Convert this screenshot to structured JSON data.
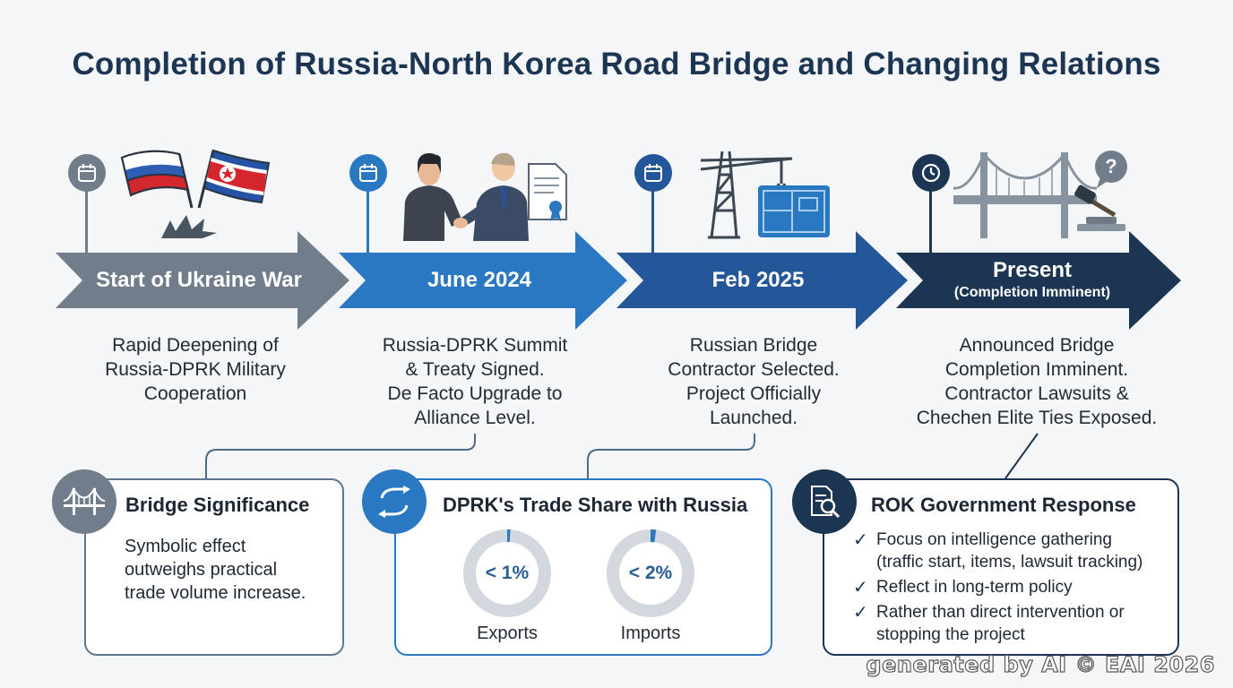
{
  "title": "Completion of Russia-North Korea Road Bridge and Changing Relations",
  "stages": [
    {
      "label": "Start of Ukraine War",
      "sublabel": "",
      "color": "#717d8b",
      "icon": "calendar-icon",
      "desc": [
        "Rapid Deepening of",
        "Russia-DPRK Military",
        "Cooperation"
      ]
    },
    {
      "label": "June 2024",
      "sublabel": "",
      "color": "#2b78c2",
      "icon": "calendar-icon",
      "desc": [
        "Russia-DPRK Summit",
        "& Treaty Signed.",
        "De Facto Upgrade to",
        "Alliance Level."
      ]
    },
    {
      "label": "Feb 2025",
      "sublabel": "",
      "color": "#24569a",
      "icon": "calendar-icon",
      "desc": [
        "Russian Bridge",
        "Contractor Selected.",
        "Project Officially",
        "Launched."
      ]
    },
    {
      "label": "Present",
      "sublabel": "(Completion Imminent)",
      "color": "#1b3553",
      "icon": "clock-icon",
      "desc": [
        "Announced Bridge",
        "Completion Imminent.",
        "Contractor Lawsuits &",
        "Chechen Elite Ties Exposed."
      ]
    }
  ],
  "cards": {
    "bridge": {
      "title": "Bridge Significance",
      "body": [
        "Symbolic effect",
        "outweighs practical",
        "trade volume increase."
      ],
      "icon": "bridge-icon"
    },
    "trade": {
      "title": "DPRK's Trade Share with Russia",
      "icon": "exchange-icon",
      "donuts": [
        {
          "value": "< 1%",
          "label": "Exports",
          "fraction": 0.01
        },
        {
          "value": "< 2%",
          "label": "Imports",
          "fraction": 0.02
        }
      ]
    },
    "response": {
      "title": "ROK Government Response",
      "icon": "document-search-icon",
      "bullets": [
        [
          "Focus on intelligence gathering",
          "(traffic start, items, lawsuit tracking)"
        ],
        [
          "Reflect in long-term policy"
        ],
        [
          "Rather than direct intervention or",
          "stopping the project"
        ]
      ]
    }
  },
  "watermark": "generated by AI © EAI 2026",
  "colors": {
    "title": "#1b3553",
    "stage1": "#717d8b",
    "stage2": "#2b78c2",
    "stage3": "#24569a",
    "stage4": "#1b3553",
    "donut_track": "#d3d8de",
    "donut_fill": "#2b78c2"
  }
}
